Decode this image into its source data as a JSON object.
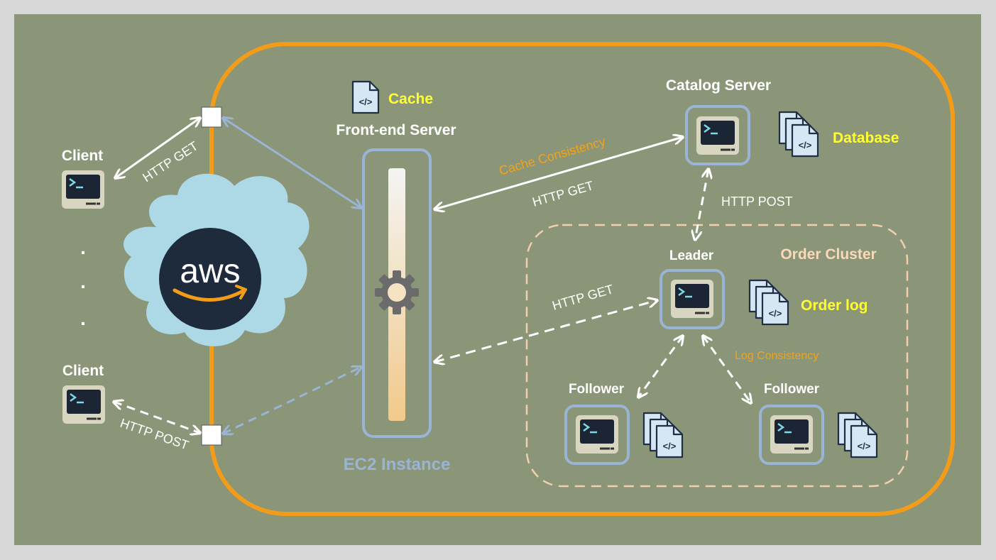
{
  "labels": {
    "cache": "Cache",
    "frontend": "Front-end Server",
    "catalog": "Catalog Server",
    "database": "Database",
    "client_top": "Client",
    "client_bottom": "Client",
    "leader": "Leader",
    "order_cluster": "Order Cluster",
    "order_log": "Order log",
    "follower_left": "Follower",
    "follower_right": "Follower",
    "ec2": "EC2 Instance",
    "aws": "aws"
  },
  "edges": {
    "client_get": "HTTP GET",
    "client_post": "HTTP POST",
    "cache_consistency": "Cache Consistency",
    "catalog_get": "HTTP GET",
    "catalog_post": "HTTP POST",
    "leader_get": "HTTP GET",
    "log_consistency": "Log Consistency"
  },
  "ellipsis": ".",
  "colors": {
    "background": "#8a9677",
    "orange_border": "#f39c1a",
    "blue_border": "#9ab4d6",
    "highlight_yellow": "#ffff33",
    "cluster_border": "#f3cfae",
    "cloud": "#add8e6",
    "aws_disc": "#1e2b3c"
  },
  "icons": {
    "terminal": "terminal-icon",
    "code_file": "code-file-icon",
    "code_files_stack": "code-files-stack-icon",
    "gear": "gear-icon",
    "cloud": "cloud-icon",
    "aws_logo": "aws-logo"
  }
}
